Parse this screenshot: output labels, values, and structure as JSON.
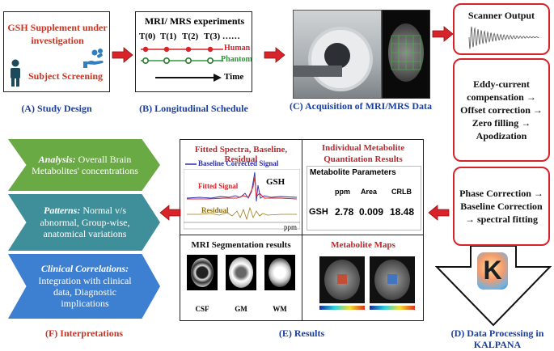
{
  "study_design": {
    "title": "GSH Supplement under investigation",
    "subject": "Subject Screening",
    "caption": "(A) Study Design"
  },
  "schedule": {
    "title": "MRI/ MRS experiments",
    "timepoints": [
      "T(0)",
      "T(1)",
      "T(2)",
      "T(3) ……"
    ],
    "human_label": "Human",
    "phantom_label": "Phantom",
    "time_label": "Time",
    "caption": "(B) Longitudinal Schedule"
  },
  "acquisition": {
    "caption": "(C) Acquisition of MRI/MRS Data"
  },
  "processing": {
    "scanner_output": "Scanner Output",
    "step1": "Eddy-current compensation → Offset correction → Zero filling → Apodization",
    "step2": "Phase Correction → Baseline Correction → spectral fitting",
    "logo_letter": "K",
    "caption_line1": "(D) Data Processing in",
    "caption_line2": "KALPANA"
  },
  "results": {
    "spectra_title": "Fitted Spectra, Baseline, Residual",
    "baseline_label": "Baseline Corrected Signal",
    "fitted_label": "Fitted Signal",
    "gsh_label": "GSH",
    "residual_label": "Residual",
    "ppm_label": "ppm",
    "quant_title": "Individual Metabolite Quantitation Results",
    "metabolite_header": "Metabolite Parameters",
    "columns": [
      "ppm",
      "Area",
      "CRLB"
    ],
    "row_name": "GSH",
    "row_values": [
      "2.78",
      "0.009",
      "18.48"
    ],
    "seg_title": "MRI Segmentation results",
    "seg_labels": [
      "CSF",
      "GM",
      "WM"
    ],
    "maps_title": "Metabolite Maps",
    "caption": "(E) Results"
  },
  "interpretations": {
    "analysis_label": "Analysis:",
    "analysis_text": "Overall Brain Metabolites' concentrations",
    "patterns_label": "Patterns:",
    "patterns_text": "Normal v/s abnormal, Group-wise, anatomical variations",
    "clinical_label": "Clinical Correlations:",
    "clinical_text": "Integration with clinical data, Diagnostic implications",
    "caption": "(F) Interpretations"
  },
  "colors": {
    "accent_red": "#d8232a",
    "caption_blue": "#1a3fa0",
    "analysis_green": "#6aaa45",
    "patterns_teal": "#3f8f9a",
    "clinical_blue": "#3d7fd0"
  }
}
